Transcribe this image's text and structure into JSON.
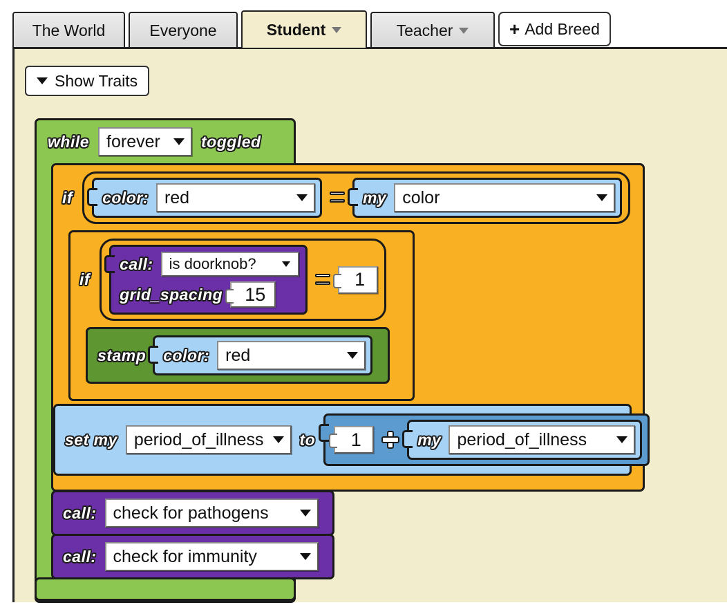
{
  "tabs": [
    {
      "label": "The World",
      "active": false,
      "has_caret": false
    },
    {
      "label": "Everyone",
      "active": false,
      "has_caret": false
    },
    {
      "label": "Student",
      "active": true,
      "has_caret": true
    },
    {
      "label": "Teacher",
      "active": false,
      "has_caret": true
    }
  ],
  "add_breed": {
    "label": "Add Breed",
    "plus": "+"
  },
  "toolbar": {
    "show_traits_label": "Show Traits"
  },
  "colors": {
    "canvas_bg": "#F2EDCD",
    "control_green": "#8CC751",
    "if_orange": "#F9B123",
    "reporter_blue": "#A5D2F5",
    "operator_blue": "#5C9BD0",
    "procedure_purple": "#6B2FA8",
    "stamp_green": "#5E9632"
  },
  "script": {
    "while": {
      "keyword": "while",
      "condition_value": "forever",
      "suffix": "toggled"
    },
    "if_outer": {
      "keyword": "if",
      "left": {
        "label": "color:",
        "value": "red"
      },
      "operator": "=",
      "right": {
        "label": "my",
        "value": "color"
      }
    },
    "if_inner": {
      "keyword": "if",
      "call_label": "call:",
      "call_value": "is doorknob?",
      "arg_label": "grid_spacing",
      "arg_value": "15",
      "operator": "=",
      "compare_value": "1"
    },
    "stamp": {
      "keyword": "stamp",
      "label": "color:",
      "value": "red"
    },
    "set_my": {
      "keyword": "set my",
      "variable": "period_of_illness",
      "to": "to",
      "operand_left": "1",
      "operator": "+",
      "operand_right_label": "my",
      "operand_right_value": "period_of_illness"
    },
    "calls": [
      {
        "label": "call:",
        "value": "check for pathogens"
      },
      {
        "label": "call:",
        "value": "check for immunity"
      }
    ]
  }
}
